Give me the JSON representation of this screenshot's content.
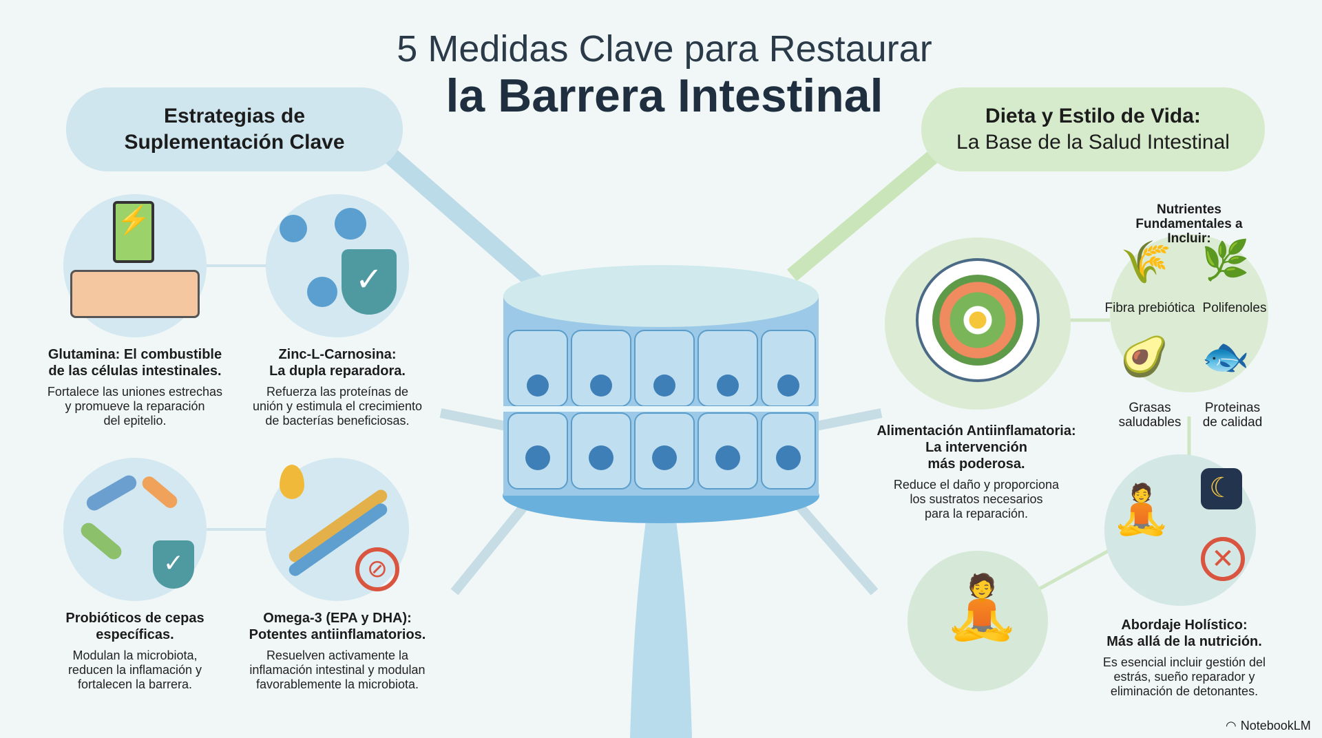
{
  "title": {
    "line1": "5 Medidas Clave para Restaurar",
    "line2": "la Barrera Intestinal"
  },
  "left_header": {
    "line1": "Estrategias de",
    "line2": "Suplementación Clave"
  },
  "right_header": {
    "line1": "Dieta y Estilo de Vida:",
    "line2": "La Base de la Salud Intestinal"
  },
  "supplements": [
    {
      "title1": "Glutamina: El combustible",
      "title2": "de las células intestinales.",
      "desc": [
        "Fortalece las uniones estrechas",
        "y promueve la reparación",
        "del epitelio."
      ]
    },
    {
      "title1": "Zinc-L-Carnosina:",
      "title2": "La dupla reparadora.",
      "desc": [
        "Refuerza las proteínas de",
        "unión y estimula el crecimiento",
        "de bacterías beneficiosas."
      ]
    },
    {
      "title1": "Probióticos de cepas",
      "title2": "específicas.",
      "desc": [
        "Modulan la microbiota,",
        "reducen la inflamación y",
        "fortalecen la barrera."
      ]
    },
    {
      "title1": "Omega-3 (EPA y DHA):",
      "title2": "Potentes antiinflamatorios.",
      "desc": [
        "Resuelven activamente la",
        "inflamación intestinal y modulan",
        "favorablemente la microbiota."
      ]
    }
  ],
  "diet": {
    "title1": "Alimentación Antiinflamatoria:",
    "title2": "La intervención",
    "title3": "más poderosa.",
    "desc": [
      "Reduce el daño y proporciona",
      "los sustratos necesarios",
      "para la reparación."
    ]
  },
  "nutrients": {
    "title1": "Nutrientes",
    "title2": "Fundamentales a Incluir:",
    "fibra": "Fibra prebiótica",
    "polifenoles": "Polifenoles",
    "grasas": [
      "Grasas",
      "saludables"
    ],
    "proteinas": [
      "Proteinas",
      "de calidad"
    ]
  },
  "holistic": {
    "title1": "Abordaje Holístico:",
    "title2": "Más allá de la nutrición.",
    "desc": [
      "Es esencial incluir gestión del",
      "estrás, sueño reparador y",
      "eliminación de detonantes."
    ]
  },
  "brand": "NotebookLM",
  "colors": {
    "blue": "#cfe6ef",
    "green": "#d6ebcb",
    "cells": "#8fc3e6"
  }
}
